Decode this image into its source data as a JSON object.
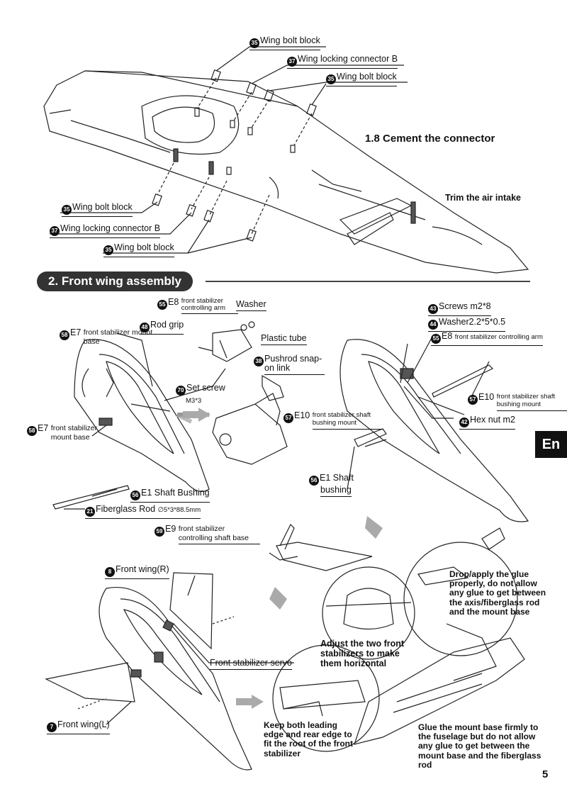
{
  "section1": {
    "title": "1.8 Cement the connector",
    "trim_note": "Trim the air intake",
    "labels": {
      "wing_bolt_block_top": {
        "num": "35",
        "text": "Wing bolt block"
      },
      "wing_locking_b_top": {
        "num": "37",
        "text": "Wing locking  connector B"
      },
      "wing_bolt_block_top2": {
        "num": "35",
        "text": "Wing bolt block"
      },
      "wing_bolt_block_bot": {
        "num": "35",
        "text": "Wing bolt block"
      },
      "wing_locking_b_bot": {
        "num": "37",
        "text": "Wing locking  connector B"
      },
      "wing_bolt_block_bot2": {
        "num": "35",
        "text": "Wing bolt block"
      }
    }
  },
  "section2": {
    "title": "2. Front wing assembly",
    "labels": {
      "e8_arm": {
        "num": "55",
        "text": "E8",
        "sub": "front stabilizer controlling arm"
      },
      "washer": {
        "text": "Washer"
      },
      "rod_grip": {
        "num": "48",
        "text": "Rod grip"
      },
      "plastic_tube": {
        "text": "Plastic tube"
      },
      "e7_mount_base": {
        "num": "58",
        "text": "E7",
        "sub": "front stabilizer mount base"
      },
      "pushrod": {
        "num": "38",
        "text": "Pushrod snap-on link"
      },
      "set_screw": {
        "num": "70",
        "text": "Set screw",
        "sub": "M3*3"
      },
      "e7_mount_base2": {
        "num": "58",
        "text": "E7",
        "sub": "front stabilizer mount base"
      },
      "e1_shaft_bushing": {
        "num": "56",
        "text": "E1 Shaft Bushing"
      },
      "fiberglass_rod": {
        "num": "21",
        "text": "Fiberglass Rod",
        "sub": "∅5*3*88.5mm"
      },
      "screws": {
        "num": "43",
        "text": "Screws m2*8"
      },
      "washer2": {
        "num": "44",
        "text": "Washer2.2*5*0.5"
      },
      "e8_arm_r": {
        "num": "55",
        "text": "E8",
        "sub": "front stabilizer controlling arm"
      },
      "e10_mount_r": {
        "num": "57",
        "text": "E10",
        "sub": "front stabilizer shaft bushing mount"
      },
      "e10_mount_l": {
        "num": "57",
        "text": "E10",
        "sub": "front stabilizer shaft bushing mount"
      },
      "hex_nut": {
        "num": "42",
        "text": "Hex nut m2"
      },
      "e1_shaft": {
        "num": "56",
        "text": "E1 Shaft",
        "sub": "bushing"
      },
      "e9_shaft_base": {
        "num": "59",
        "text": "E9",
        "sub": "front stabilizer controlling shaft base"
      },
      "front_wing_r": {
        "num": "8",
        "text": "Front wing(R)"
      },
      "front_wing_l": {
        "num": "7",
        "text": "Front wing(L)"
      },
      "front_stab_servo": {
        "text": "Front stabilizer servo"
      }
    },
    "notes": {
      "glue": "Drop/apply the glue properly, do not allow any glue to get between the axis/fiberglass rod and the mount base",
      "adjust": "Adjust the two front stabilizers to make them horizontal",
      "keep": "Keep both leading edge and rear edge to fit the root of the front stabilizer",
      "mount": "Glue the mount base firmly to the fuselage but do not allow any glue to get between the mount base and the fiberglass rod"
    }
  },
  "side_tab": "En",
  "page_number": "5"
}
